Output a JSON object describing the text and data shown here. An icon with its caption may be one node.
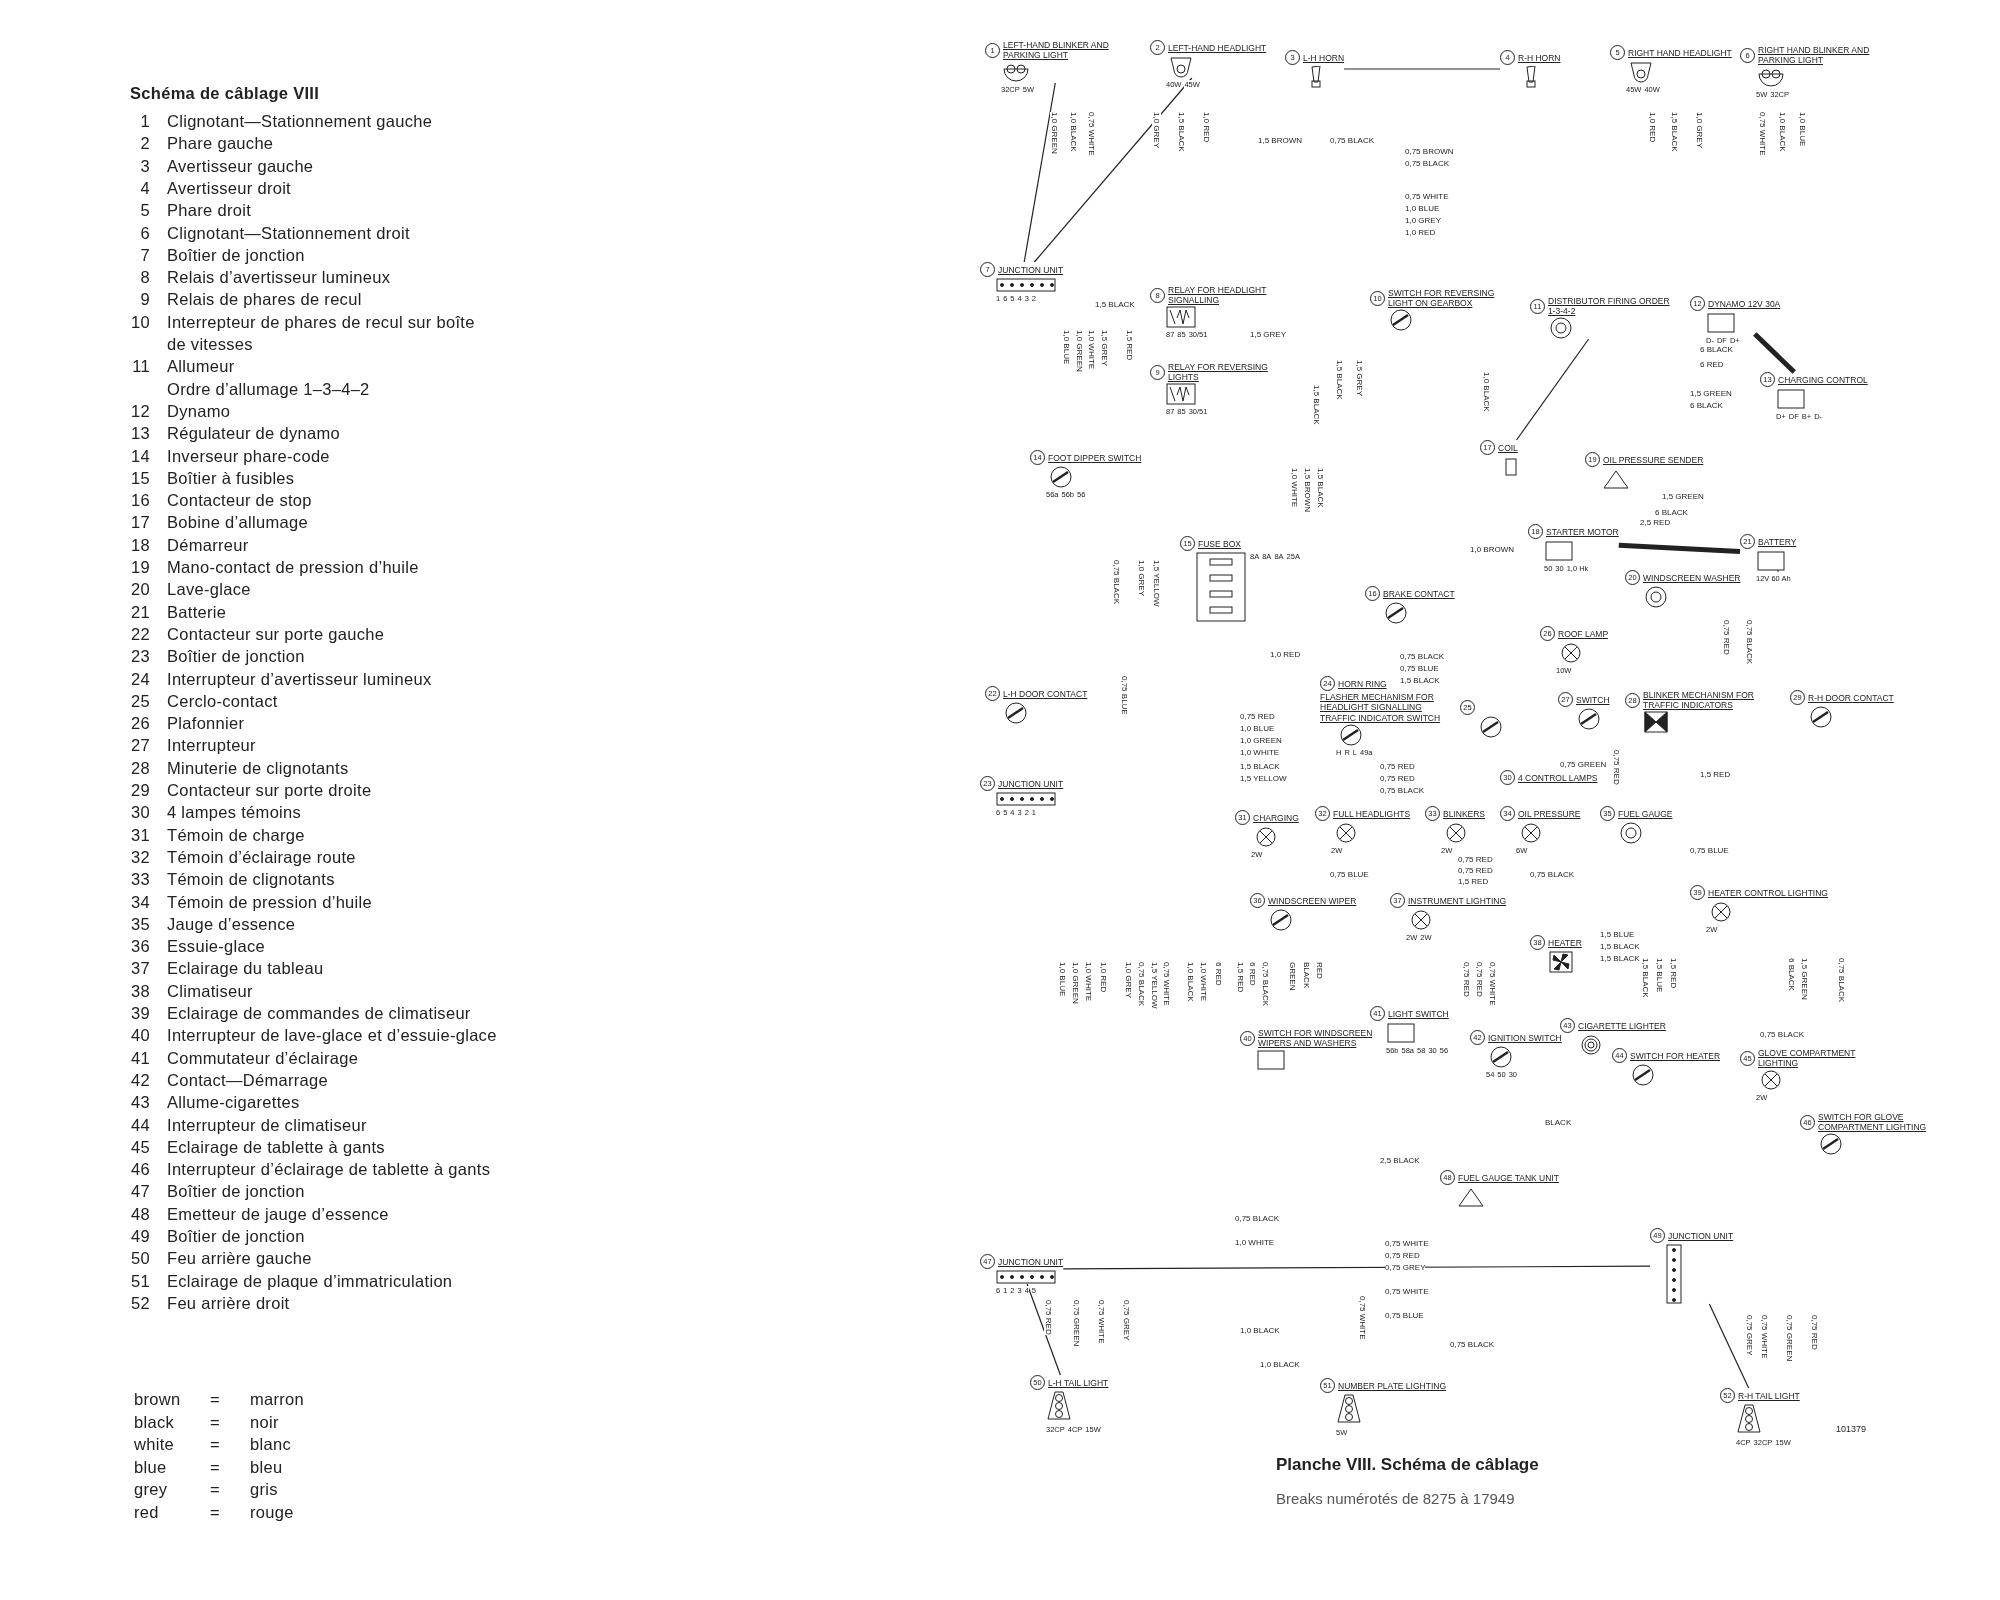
{
  "diagram": {
    "title": "Schéma de câblage VIII",
    "caption": "Planche VIII. Schéma de câblage",
    "nodes": [
      {
        "text": [
          "1",
          "LEFT-HAND BLINKER AND PARKING LIGHT"
        ],
        "beside": [
          "32CP",
          "5W"
        ]
      },
      {
        "text": [
          "2",
          "LEFT-HAND HEADLIGHT"
        ],
        "beside": [
          "40W",
          "45W"
        ]
      },
      {
        "text": [
          "3",
          "L-H HORN"
        ]
      },
      {
        "text": [
          "4",
          "R-H HORN"
        ]
      },
      {
        "text": [
          "5",
          "RIGHT HAND HEADLIGHT"
        ],
        "beside": [
          "45W",
          "40W"
        ]
      },
      {
        "text": [
          "6",
          "RIGHT HAND BLINKER AND PARKING LIGHT"
        ],
        "beside": [
          "5W",
          "32CP"
        ]
      },
      {
        "text": [
          "7",
          "JUNCTION UNIT"
        ],
        "beside": [
          "1",
          "6",
          "5",
          "4",
          "3",
          "2"
        ]
      },
      {
        "text": [
          "8",
          "RELAY FOR HEADLIGHT SIGNALLING"
        ],
        "beside": [
          "87",
          "85",
          "30/51"
        ]
      },
      {
        "text": [
          "9",
          "RELAY FOR REVERSING LIGHTS"
        ],
        "beside": [
          "87",
          "85",
          "30/51"
        ]
      },
      {
        "text": [
          "10",
          "SWITCH FOR REVERSING LIGHT ON GEARBOX"
        ]
      },
      {
        "text": [
          "11",
          "DISTRIBUTOR FIRING ORDER 1-3-4-2"
        ]
      },
      {
        "text": [
          "12",
          "DYNAMO 12V 30A"
        ],
        "beside": [
          "D-",
          "DF",
          "D+"
        ]
      },
      {
        "text": [
          "13",
          "CHARGING CONTROL"
        ],
        "beside": [
          "D+",
          "DF",
          "B+",
          "D-"
        ]
      },
      {
        "text": [
          "14",
          "FOOT DIPPER SWITCH"
        ],
        "beside": [
          "56a",
          "56b",
          "56"
        ]
      },
      {
        "text": [
          "15",
          "FUSE BOX"
        ],
        "beside": [
          "8A",
          "8A",
          "8A",
          "25A"
        ]
      },
      {
        "text": [
          "16",
          "BRAKE CONTACT"
        ]
      },
      {
        "text": [
          "17",
          "COIL"
        ]
      },
      {
        "text": [
          "18",
          "STARTER MOTOR"
        ],
        "beside": [
          "50",
          "30",
          "1,0 Hk"
        ]
      },
      {
        "text": [
          "19",
          "OIL PRESSURE SENDER"
        ]
      },
      {
        "text": [
          "20",
          "WINDSCREEN WASHER"
        ]
      },
      {
        "text": [
          "21",
          "BATTERY"
        ],
        "beside": [
          "12V 60 Ah"
        ]
      },
      {
        "text": [
          "22",
          "L-H DOOR CONTACT"
        ]
      },
      {
        "text": [
          "23",
          "JUNCTION UNIT"
        ],
        "beside": [
          "6",
          "5",
          "4",
          "3",
          "2",
          "1"
        ]
      },
      {
        "text": [
          "24",
          "HORN RING",
          "FLASHER MECHANISM FOR HEADLIGHT SIGNALLING",
          "TRAFFIC INDICATOR SWITCH"
        ],
        "beside": [
          "H",
          "R",
          "L",
          "49a"
        ]
      },
      {
        "text": [
          "25"
        ]
      },
      {
        "text": [
          "26",
          "ROOF LAMP"
        ],
        "beside": [
          "10W"
        ]
      },
      {
        "text": [
          "27",
          "SWITCH"
        ]
      },
      {
        "text": [
          "28",
          "BLINKER MECHANISM FOR TRAFFIC INDICATORS"
        ]
      },
      {
        "text": [
          "29",
          "R-H DOOR CONTACT"
        ]
      },
      {
        "text": [
          "30",
          "4 CONTROL LAMPS"
        ]
      },
      {
        "text": [
          "31",
          "CHARGING"
        ],
        "beside": [
          "2W"
        ]
      },
      {
        "text": [
          "32",
          "FULL HEADLIGHTS"
        ],
        "beside": [
          "2W"
        ]
      },
      {
        "text": [
          "33",
          "BLINKERS"
        ],
        "beside": [
          "2W"
        ]
      },
      {
        "text": [
          "34",
          "OIL PRESSURE"
        ],
        "beside": [
          "6W"
        ]
      },
      {
        "text": [
          "35",
          "FUEL GAUGE"
        ]
      },
      {
        "text": [
          "36",
          "WINDSCREEN WIPER"
        ]
      },
      {
        "text": [
          "37",
          "INSTRUMENT LIGHTING"
        ],
        "beside": [
          "2W",
          "2W"
        ]
      },
      {
        "text": [
          "38",
          "HEATER"
        ]
      },
      {
        "text": [
          "39",
          "HEATER CONTROL LIGHTING"
        ],
        "beside": [
          "2W"
        ]
      },
      {
        "text": [
          "40",
          "SWITCH FOR WINDSCREEN WIPERS AND WASHERS"
        ]
      },
      {
        "text": [
          "41",
          "LIGHT SWITCH"
        ],
        "beside": [
          "56b",
          "58a",
          "58",
          "30",
          "56"
        ]
      },
      {
        "text": [
          "42",
          "IGNITION SWITCH"
        ],
        "beside": [
          "54",
          "50",
          "30"
        ]
      },
      {
        "text": [
          "43",
          "CIGARETTE LIGHTER"
        ]
      },
      {
        "text": [
          "44",
          "SWITCH FOR HEATER"
        ]
      },
      {
        "text": [
          "45",
          "GLOVE COMPARTMENT LIGHTING"
        ],
        "beside": [
          "2W"
        ]
      },
      {
        "text": [
          "46",
          "SWITCH FOR GLOVE COMPARTMENT LIGHTING"
        ]
      },
      {
        "text": [
          "47",
          "JUNCTION UNIT"
        ],
        "beside": [
          "6",
          "1",
          "2",
          "3",
          "4",
          "5"
        ]
      },
      {
        "text": [
          "48",
          "FUEL GAUGE TANK UNIT"
        ]
      },
      {
        "text": [
          "49",
          "JUNCTION UNIT"
        ]
      },
      {
        "text": [
          "50",
          "L-H TAIL LIGHT"
        ],
        "beside": [
          "32CP",
          "4CP",
          "15W"
        ]
      },
      {
        "text": [
          "51",
          "NUMBER PLATE LIGHTING"
        ],
        "beside": [
          "5W"
        ]
      },
      {
        "text": [
          "52",
          "R-H TAIL LIGHT"
        ],
        "beside": [
          "4CP",
          "32CP",
          "15W"
        ]
      }
    ],
    "edges": [
      {
        "from": 0,
        "to": 6,
        "arrow": "none"
      },
      {
        "from": 1,
        "to": 6,
        "arrow": "none"
      },
      {
        "from": 2,
        "to": 3,
        "arrow": "none"
      },
      {
        "from": 10,
        "to": 16,
        "arrow": "none"
      },
      {
        "from": 11,
        "to": 12,
        "arrow": "none",
        "style": "thick"
      },
      {
        "from": 17,
        "to": 20,
        "arrow": "none",
        "style": "thick"
      },
      {
        "from": 46,
        "to": 49,
        "arrow": "none"
      },
      {
        "from": 46,
        "to": 48,
        "arrow": "none"
      },
      {
        "from": 48,
        "to": 51,
        "arrow": "none"
      }
    ],
    "labels": [
      "1",
      "Clignotant—Stationnement gauche",
      "2",
      "Phare gauche",
      "3",
      "Avertisseur gauche",
      "4",
      "Avertisseur droit",
      "5",
      "Phare droit",
      "6",
      "Clignotant—Stationnement droit",
      "7",
      "Boîtier de jonction",
      "8",
      "Relais d’avertisseur lumineux",
      "9",
      "Relais de phares de recul",
      "10",
      "Interrepteur de phares de recul sur boîte de vitesses",
      "11",
      "Allumeur",
      "Ordre d’allumage 1–3–4–2",
      "12",
      "Dynamo",
      "13",
      "Régulateur de dynamo",
      "14",
      "Inverseur phare-code",
      "15",
      "Boîtier à fusibles",
      "16",
      "Contacteur de stop",
      "17",
      "Bobine d’allumage",
      "18",
      "Démarreur",
      "19",
      "Mano-contact de pression d’huile",
      "20",
      "Lave-glace",
      "21",
      "Batterie",
      "22",
      "Contacteur sur porte gauche",
      "23",
      "Boîtier de jonction",
      "24",
      "Interrupteur d’avertisseur lumineux",
      "25",
      "Cerclo-contact",
      "26",
      "Plafonnier",
      "27",
      "Interrupteur",
      "28",
      "Minuterie de clignotants",
      "29",
      "Contacteur sur porte droite",
      "30",
      "4 lampes témoins",
      "31",
      "Témoin de charge",
      "32",
      "Témoin d’éclairage route",
      "33",
      "Témoin de clignotants",
      "34",
      "Témoin de pression d’huile",
      "35",
      "Jauge d’essence",
      "36",
      "Essuie-glace",
      "37",
      "Eclairage du tableau",
      "38",
      "Climatiseur",
      "39",
      "Eclairage de commandes de climatiseur",
      "40",
      "Interrupteur de lave-glace et d’essuie-glace",
      "41",
      "Commutateur d’éclairage",
      "42",
      "Contact—Démarrage",
      "43",
      "Allume-cigarettes",
      "44",
      "Interrupteur de climatiseur",
      "45",
      "Eclairage de tablette à gants",
      "46",
      "Interrupteur d’éclairage de tablette à gants",
      "47",
      "Boîtier de jonction",
      "48",
      "Emetteur de jauge d’essence",
      "49",
      "Boîtier de jonction",
      "50",
      "Feu arrière gauche",
      "51",
      "Eclairage de plaque d’immatriculation",
      "52",
      "Feu arrière droit",
      "brown",
      "=",
      "marron",
      "black",
      "=",
      "noir",
      "white",
      "=",
      "blanc",
      "blue",
      "=",
      "bleu",
      "grey",
      "=",
      "gris",
      "red",
      "=",
      "rouge",
      "1,0 GREEN",
      "1,0 BLACK",
      "0,75 WHITE",
      "1,0 GREY",
      "1,5 BLACK",
      "1,0 RED",
      "1,0 RED",
      "1,5 BLACK",
      "1,0 GREY",
      "0,75 WHITE",
      "1,0 BLACK",
      "1,0 BLUE",
      "1,5 BROWN",
      "0,75 BLACK",
      "0,75 BROWN",
      "0,75 BLACK",
      "0,75 WHITE",
      "1,0 BLUE",
      "1,0 GREY",
      "1,0 RED",
      "1,5 BLACK",
      "1,0 BLUE",
      "1,0 GREEN",
      "1,0 WHITE",
      "1,5 GREY",
      "1,5 RED",
      "1,5 GREY",
      "1,5 BLACK",
      "1,5 BLACK",
      "1,5 GREY",
      "6 BLACK",
      "6 RED",
      "1,5 GREEN",
      "6 BLACK",
      "1,0 BLACK",
      "1,5 GREEN",
      "6 BLACK",
      "2,5 RED",
      "0,75 BLACK",
      "1,0 GREY",
      "1,5 YELLOW",
      "1,0 WHITE",
      "1,5 BROWN",
      "1,5 BLACK",
      "1,0 RED",
      "1,0 BROWN",
      "0,75 BLACK",
      "0,75 BLUE",
      "1,5 BLACK",
      "0,75 BLUE",
      "0,75 RED",
      "1,0 BLUE",
      "1,0 GREEN",
      "1,0 WHITE",
      "1,5 BLACK",
      "1,5 YELLOW",
      "0,75 RED",
      "0,75 RED",
      "0,75 RED",
      "0,75 BLACK",
      "0,75 GREEN",
      "1,5 RED",
      "0,75 RED",
      "0,75 BLACK",
      "0,75 BLUE",
      "0,75 BLUE",
      "0,75 RED",
      "0,75 RED",
      "1,5 RED",
      "0,75 BLACK",
      "1,5 BLUE",
      "1,5 BLACK",
      "1,5 BLACK",
      "1,0 BLUE",
      "1,0 GREEN",
      "1,0 WHITE",
      "1,0 RED",
      "1,0 GREY",
      "0,75 BLACK",
      "1,5 YELLOW",
      "0,75 WHITE",
      "1,0 BLACK",
      "1,0 WHITE",
      "6 RED",
      "1,5 RED",
      "6 RED",
      "0,75 BLACK",
      "GREEN",
      "BLACK",
      "RED",
      "0,75 RED",
      "0,75 RED",
      "0,75 WHITE",
      "1,5 BLACK",
      "1,5 BLUE",
      "1,5 RED",
      "6 BLACK",
      "1,5 GREEN",
      "0,75 BLACK",
      "BLACK",
      "0,75 BLACK",
      "2,5 BLACK",
      "0,75 BLACK",
      "1,0 WHITE",
      "0,75 WHITE",
      "0,75 RED",
      "0,75 GREY",
      "0,75 WHITE",
      "0,75 BLUE",
      "1,0 BLACK",
      "0,75 WHITE",
      "1,0 BLACK",
      "0,75 BLACK",
      "0,75 RED",
      "0,75 GREEN",
      "0,75 WHITE",
      "0,75 GREY",
      "0,75 GREY",
      "0,75 WHITE",
      "0,75 GREEN",
      "0,75 RED",
      "101379",
      "Breaks numérotés de 8275 à 17949"
    ]
  }
}
